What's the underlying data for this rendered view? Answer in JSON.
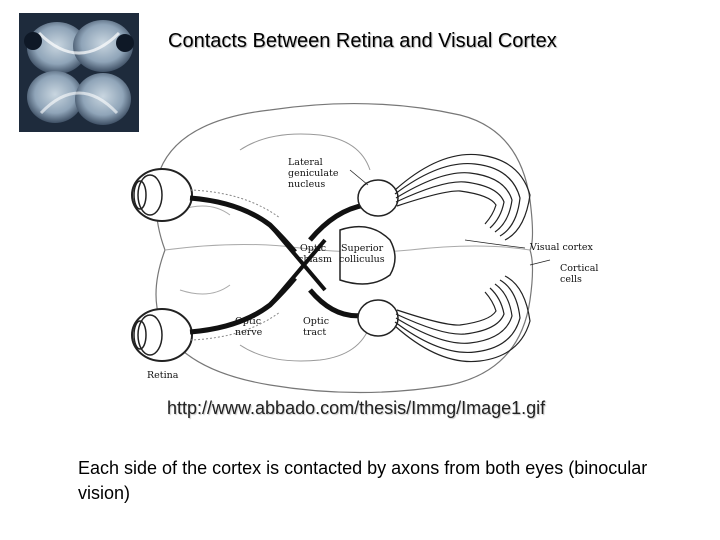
{
  "slide": {
    "title": "Contacts Between Retina and Visual Cortex",
    "source_url": "http://www.abbado.com/thesis/Immg/Image1.gif",
    "caption": "Each side of the cortex is contacted by axons from both eyes (binocular vision)"
  },
  "diagram": {
    "labels": {
      "lgn_line1": "Lateral",
      "lgn_line2": "geniculate",
      "lgn_line3": "nucleus",
      "optic_chiasm_line1": "Optic",
      "optic_chiasm_line2": "chiasm",
      "superior_colliculus_line1": "Superior",
      "superior_colliculus_line2": "colliculus",
      "visual_cortex": "Visual cortex",
      "cortical_cells_line1": "Cortical",
      "cortical_cells_line2": "cells",
      "optic_nerve_line1": "Optic",
      "optic_nerve_line2": "nerve",
      "optic_tract_line1": "Optic",
      "optic_tract_line2": "tract",
      "retina": "Retina"
    }
  },
  "colors": {
    "thumbnail_bg": "#1e2b3c",
    "thumbnail_tissue": "#9fb3c4"
  }
}
